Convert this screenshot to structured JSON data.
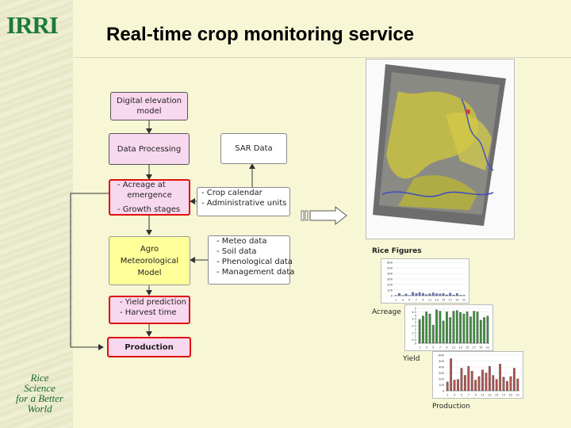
{
  "branding": {
    "irri_logo": "IRRI",
    "tagline": [
      "Rice",
      "Science",
      "for a Better",
      "World"
    ]
  },
  "title": "Real-time crop monitoring service",
  "flowchart": {
    "dem": [
      "Digital elevation",
      "model"
    ],
    "data_processing": "Data Processing",
    "sar_data": "SAR Data",
    "acreage": [
      "- Acreage at",
      "emergence",
      "- Growth stages"
    ],
    "crop_calendar": [
      "- Crop calendar",
      "- Administrative units"
    ],
    "agro": [
      "Agro",
      "Meteorological",
      "Model"
    ],
    "meteo": [
      "- Meteo data",
      "- Soil data",
      "- Phenological data",
      "- Management data"
    ],
    "yield_box": [
      "- Yield prediction",
      "- Harvest time"
    ],
    "production": "Production"
  },
  "colors": {
    "background": "#f7f7d6",
    "irri_green": "#1c7a3a",
    "pink_box": "#f8d8ee",
    "yellow_box": "#ffff99",
    "red_border": "#e01010",
    "acreage_bars": "#6b7fd6",
    "yield_bars": "#3f8f3f",
    "production_bars": "#b0544e"
  },
  "rice_figures_label": "Rice Figures",
  "chart_data": [
    {
      "type": "bar",
      "title": "Acreage",
      "categories": [
        "1",
        "2",
        "3",
        "4",
        "5",
        "6",
        "7",
        "8",
        "9",
        "10",
        "11",
        "12",
        "13",
        "14",
        "15",
        "16",
        "17",
        "18",
        "19",
        "20",
        "21"
      ],
      "values": [
        3,
        38,
        4,
        30,
        5,
        60,
        42,
        58,
        44,
        20,
        35,
        52,
        36,
        31,
        41,
        14,
        48,
        10,
        40,
        7,
        6
      ],
      "yticks": [
        "0",
        "100",
        "200",
        "300",
        "400",
        "500",
        "600"
      ],
      "xticks": [
        "1",
        "3",
        "5",
        "7",
        "9",
        "11",
        "13",
        "15",
        "17",
        "19",
        "21"
      ],
      "ylim": [
        0,
        600
      ]
    },
    {
      "type": "bar",
      "title": "Yield",
      "categories": [
        "1",
        "2",
        "3",
        "4",
        "5",
        "6",
        "7",
        "8",
        "9",
        "10",
        "11",
        "12",
        "13",
        "14",
        "15",
        "16",
        "17",
        "18",
        "19",
        "20",
        "21"
      ],
      "values": [
        3.4,
        3.9,
        4.5,
        4.2,
        2.6,
        4.8,
        4.6,
        3.2,
        4.5,
        3.7,
        4.6,
        4.7,
        4.4,
        4.2,
        4.5,
        3.8,
        4.6,
        4.5,
        3.3,
        3.7,
        3.9
      ],
      "yticks": [
        "0",
        "0.5",
        "1",
        "1.5",
        "2",
        "2.5",
        "3",
        "3.5",
        "4",
        "4.5",
        "5"
      ],
      "xticks": [
        "1",
        "3",
        "5",
        "7",
        "9",
        "11",
        "13",
        "15",
        "17",
        "19",
        "21"
      ],
      "ylim": [
        0,
        5
      ]
    },
    {
      "type": "bar",
      "title": "Production",
      "categories": [
        "1",
        "2",
        "3",
        "4",
        "5",
        "6",
        "7",
        "8",
        "9",
        "10",
        "11",
        "12",
        "13",
        "14",
        "15",
        "16",
        "17",
        "18",
        "19",
        "20",
        "21"
      ],
      "values": [
        150,
        540,
        180,
        190,
        380,
        260,
        410,
        330,
        180,
        240,
        350,
        300,
        410,
        260,
        190,
        450,
        230,
        160,
        240,
        380,
        200
      ],
      "yticks": [
        "0",
        "100",
        "200",
        "300",
        "400",
        "500",
        "600"
      ],
      "xticks": [
        "1",
        "3",
        "5",
        "7",
        "9",
        "11",
        "13",
        "15",
        "17",
        "19",
        "21"
      ],
      "ylim": [
        0,
        600
      ]
    }
  ]
}
